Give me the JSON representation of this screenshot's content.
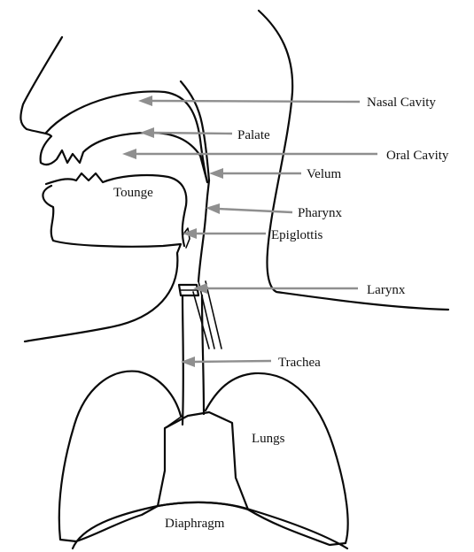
{
  "labels": {
    "nasal_cavity": "Nasal Cavity",
    "palate": "Palate",
    "oral_cavity": "Oral Cavity",
    "velum": "Velum",
    "tongue": "Tounge",
    "pharynx": "Pharynx",
    "epiglottis": "Epiglottis",
    "larynx": "Larynx",
    "trachea": "Trachea",
    "lungs": "Lungs",
    "diaphragm": "Diaphragm"
  },
  "colors": {
    "outline": "#0a0a0a",
    "arrow": "#8f8f8f",
    "text": "#111111",
    "background": "#ffffff"
  }
}
